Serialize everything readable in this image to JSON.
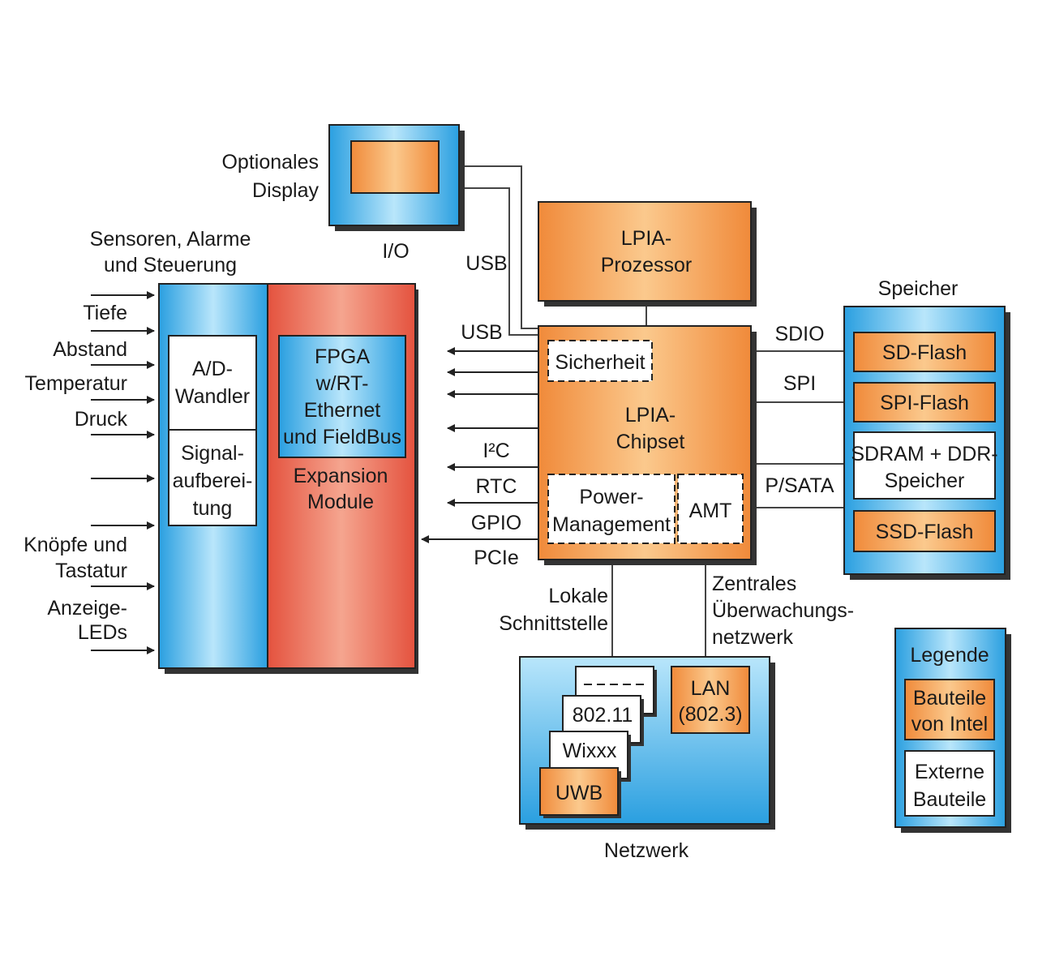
{
  "colors": {
    "blue_light": "#b9e6fb",
    "blue_dark": "#2a9fe0",
    "orange": "#f4a04e",
    "orange_light": "#fbc98d",
    "red": "#e4523e",
    "red_light": "#f5a58f",
    "white": "#ffffff",
    "outline": "#222222"
  },
  "io": {
    "display_label": [
      "Optionales",
      "Display"
    ],
    "caption": "I/O"
  },
  "sensors": {
    "header": [
      "Sensoren, Alarme",
      "und Steuerung"
    ],
    "inputs": [
      "Tiefe",
      "Abstand",
      "Temperatur",
      "Druck"
    ],
    "inputs_lower": [
      "Knöpfe und",
      "Tastatur",
      "Anzeige-",
      "LEDs"
    ],
    "ad_converter": [
      "A/D-",
      "Wandler"
    ],
    "signal": [
      "Signal-",
      "aufberei-",
      "tung"
    ]
  },
  "expansion": {
    "fpga": [
      "FPGA",
      "w/RT-",
      "Ethernet",
      "und FieldBus"
    ],
    "caption": [
      "Expansion",
      "Module"
    ]
  },
  "processor": {
    "label": [
      "LPIA-",
      "Prozessor"
    ]
  },
  "chipset": {
    "label": [
      "LPIA-",
      "Chipset"
    ],
    "security": "Sicherheit",
    "power": [
      "Power-",
      "Management"
    ],
    "amt": "AMT"
  },
  "buses_left": {
    "usb_top": "USB",
    "usb": "USB",
    "i2c": "I²C",
    "rtc": "RTC",
    "gpio": "GPIO",
    "pcie": "PCIe"
  },
  "buses_right": {
    "sdio": "SDIO",
    "spi": "SPI",
    "psata": "P/SATA"
  },
  "storage": {
    "caption": "Speicher",
    "sd_flash": "SD-Flash",
    "spi_flash": "SPI-Flash",
    "sdram": [
      "SDRAM + DDR-",
      "Speicher"
    ],
    "ssd_flash": "SSD-Flash"
  },
  "network": {
    "caption": "Netzwerk",
    "local_interface": [
      "Lokale",
      "Schnittstelle"
    ],
    "central_network": [
      "Zentrales",
      "Überwachungs-",
      "netzwerk"
    ],
    "lan": [
      "LAN",
      "(802.3)"
    ],
    "card_802_11": "802.11",
    "card_wixxx": "Wixxx",
    "card_uwb": "UWB"
  },
  "legend": {
    "title": "Legende",
    "intel": [
      "Bauteile",
      "von Intel"
    ],
    "external": [
      "Externe",
      "Bauteile"
    ]
  }
}
